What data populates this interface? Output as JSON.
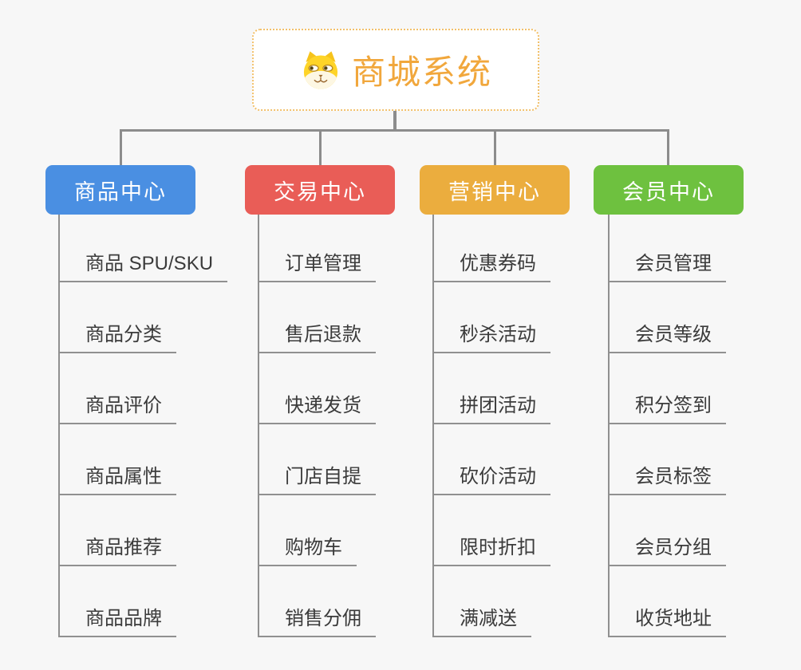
{
  "canvas": {
    "background_color": "#f7f7f7",
    "connector_color": "#8c8c8c"
  },
  "root": {
    "label": "商城系统",
    "icon": "dog-face-icon",
    "text_color": "#f1a73c",
    "border_color": "#f2c06a",
    "background_color": "#ffffff"
  },
  "branches": [
    {
      "label": "商品中心",
      "color": "#4a8fe2",
      "items": [
        "商品 SPU/SKU",
        "商品分类",
        "商品评价",
        "商品属性",
        "商品推荐",
        "商品品牌"
      ]
    },
    {
      "label": "交易中心",
      "color": "#e95d57",
      "items": [
        "订单管理",
        "售后退款",
        "快递发货",
        "门店自提",
        "购物车",
        "销售分佣"
      ]
    },
    {
      "label": "营销中心",
      "color": "#ebad3e",
      "items": [
        "优惠券码",
        "秒杀活动",
        "拼团活动",
        "砍价活动",
        "限时折扣",
        "满减送"
      ]
    },
    {
      "label": "会员中心",
      "color": "#6ec13f",
      "items": [
        "会员管理",
        "会员等级",
        "积分签到",
        "会员标签",
        "会员分组",
        "收货地址"
      ]
    }
  ]
}
